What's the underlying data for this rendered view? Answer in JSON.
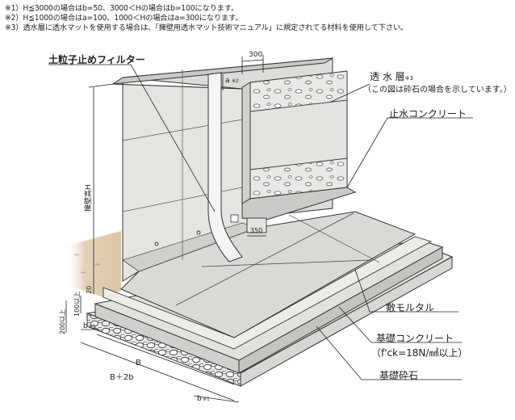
{
  "notes": [
    "※1）H≦3000の場合はb=50、3000＜Hの場合はb=100になります。",
    "※2）H≦1000の場合はa=100、1000＜Hの場合はa=300になります。",
    "※3）透水層に透水マットを使用する場合は、「擁壁用透水マット技術マニュアル」に規定されてる材料を使用して下さい。"
  ],
  "labels": {
    "filter": "土粒子止めフィルター",
    "permeable_layer": "透 水 層",
    "permeable_note_mark": "※3",
    "permeable_sub": "（この図は砕石の場合を示しています。）",
    "water_stop_concrete": "止水コンクリート",
    "laying_mortar": "敷モルタル",
    "foundation_concrete": "基礎コンクリート",
    "foundation_spec": "（f'ck=18N/㎟以上）",
    "foundation_gravel": "基礎砕石"
  },
  "dimensions": {
    "dim_300": "300",
    "dim_a": "a",
    "dim_a_mark": "※2",
    "dim_350": "350",
    "wall_height": "擁壁高H",
    "dim_20": "20",
    "dim_100": "100以上",
    "dim_200": "200以上",
    "dim_b": "b",
    "dim_b_mark": "※1",
    "dim_B": "B",
    "dim_B2b": "B＋2b"
  },
  "colors": {
    "wall_face": "#e4e4e1",
    "wall_top": "#d3d3cf",
    "wall_shade": "#c9c9c5",
    "base_slab": "#d9d9d5",
    "soil": "#e2d2b6",
    "gravel_fill": "#d8d8d4",
    "line": "#333333"
  }
}
